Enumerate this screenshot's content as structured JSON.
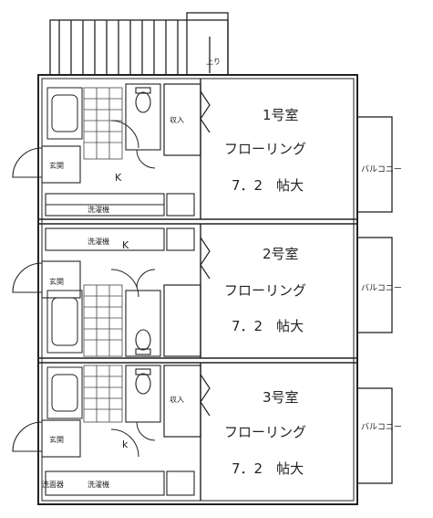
{
  "plan": {
    "stair_label": "上り",
    "units": [
      {
        "name": "1号室",
        "flooring": "フローリング",
        "size": "7．2　帖大",
        "balcony": "バルコニー",
        "closet": "収入",
        "kitchen": "K",
        "entrance": "玄関",
        "washroom": "洗濯機"
      },
      {
        "name": "2号室",
        "flooring": "フローリング",
        "size": "7．2　帖大",
        "balcony": "バルコニー",
        "closet": "",
        "kitchen": "K",
        "entrance": "玄関",
        "washroom": "洗濯機"
      },
      {
        "name": "3号室",
        "flooring": "フローリング",
        "size": "7．2　帖大",
        "balcony": "バルコニー",
        "closet": "収入",
        "kitchen": "k",
        "entrance": "玄関",
        "washroom": "洗濯機"
      }
    ],
    "extra_label": "洗面器"
  }
}
